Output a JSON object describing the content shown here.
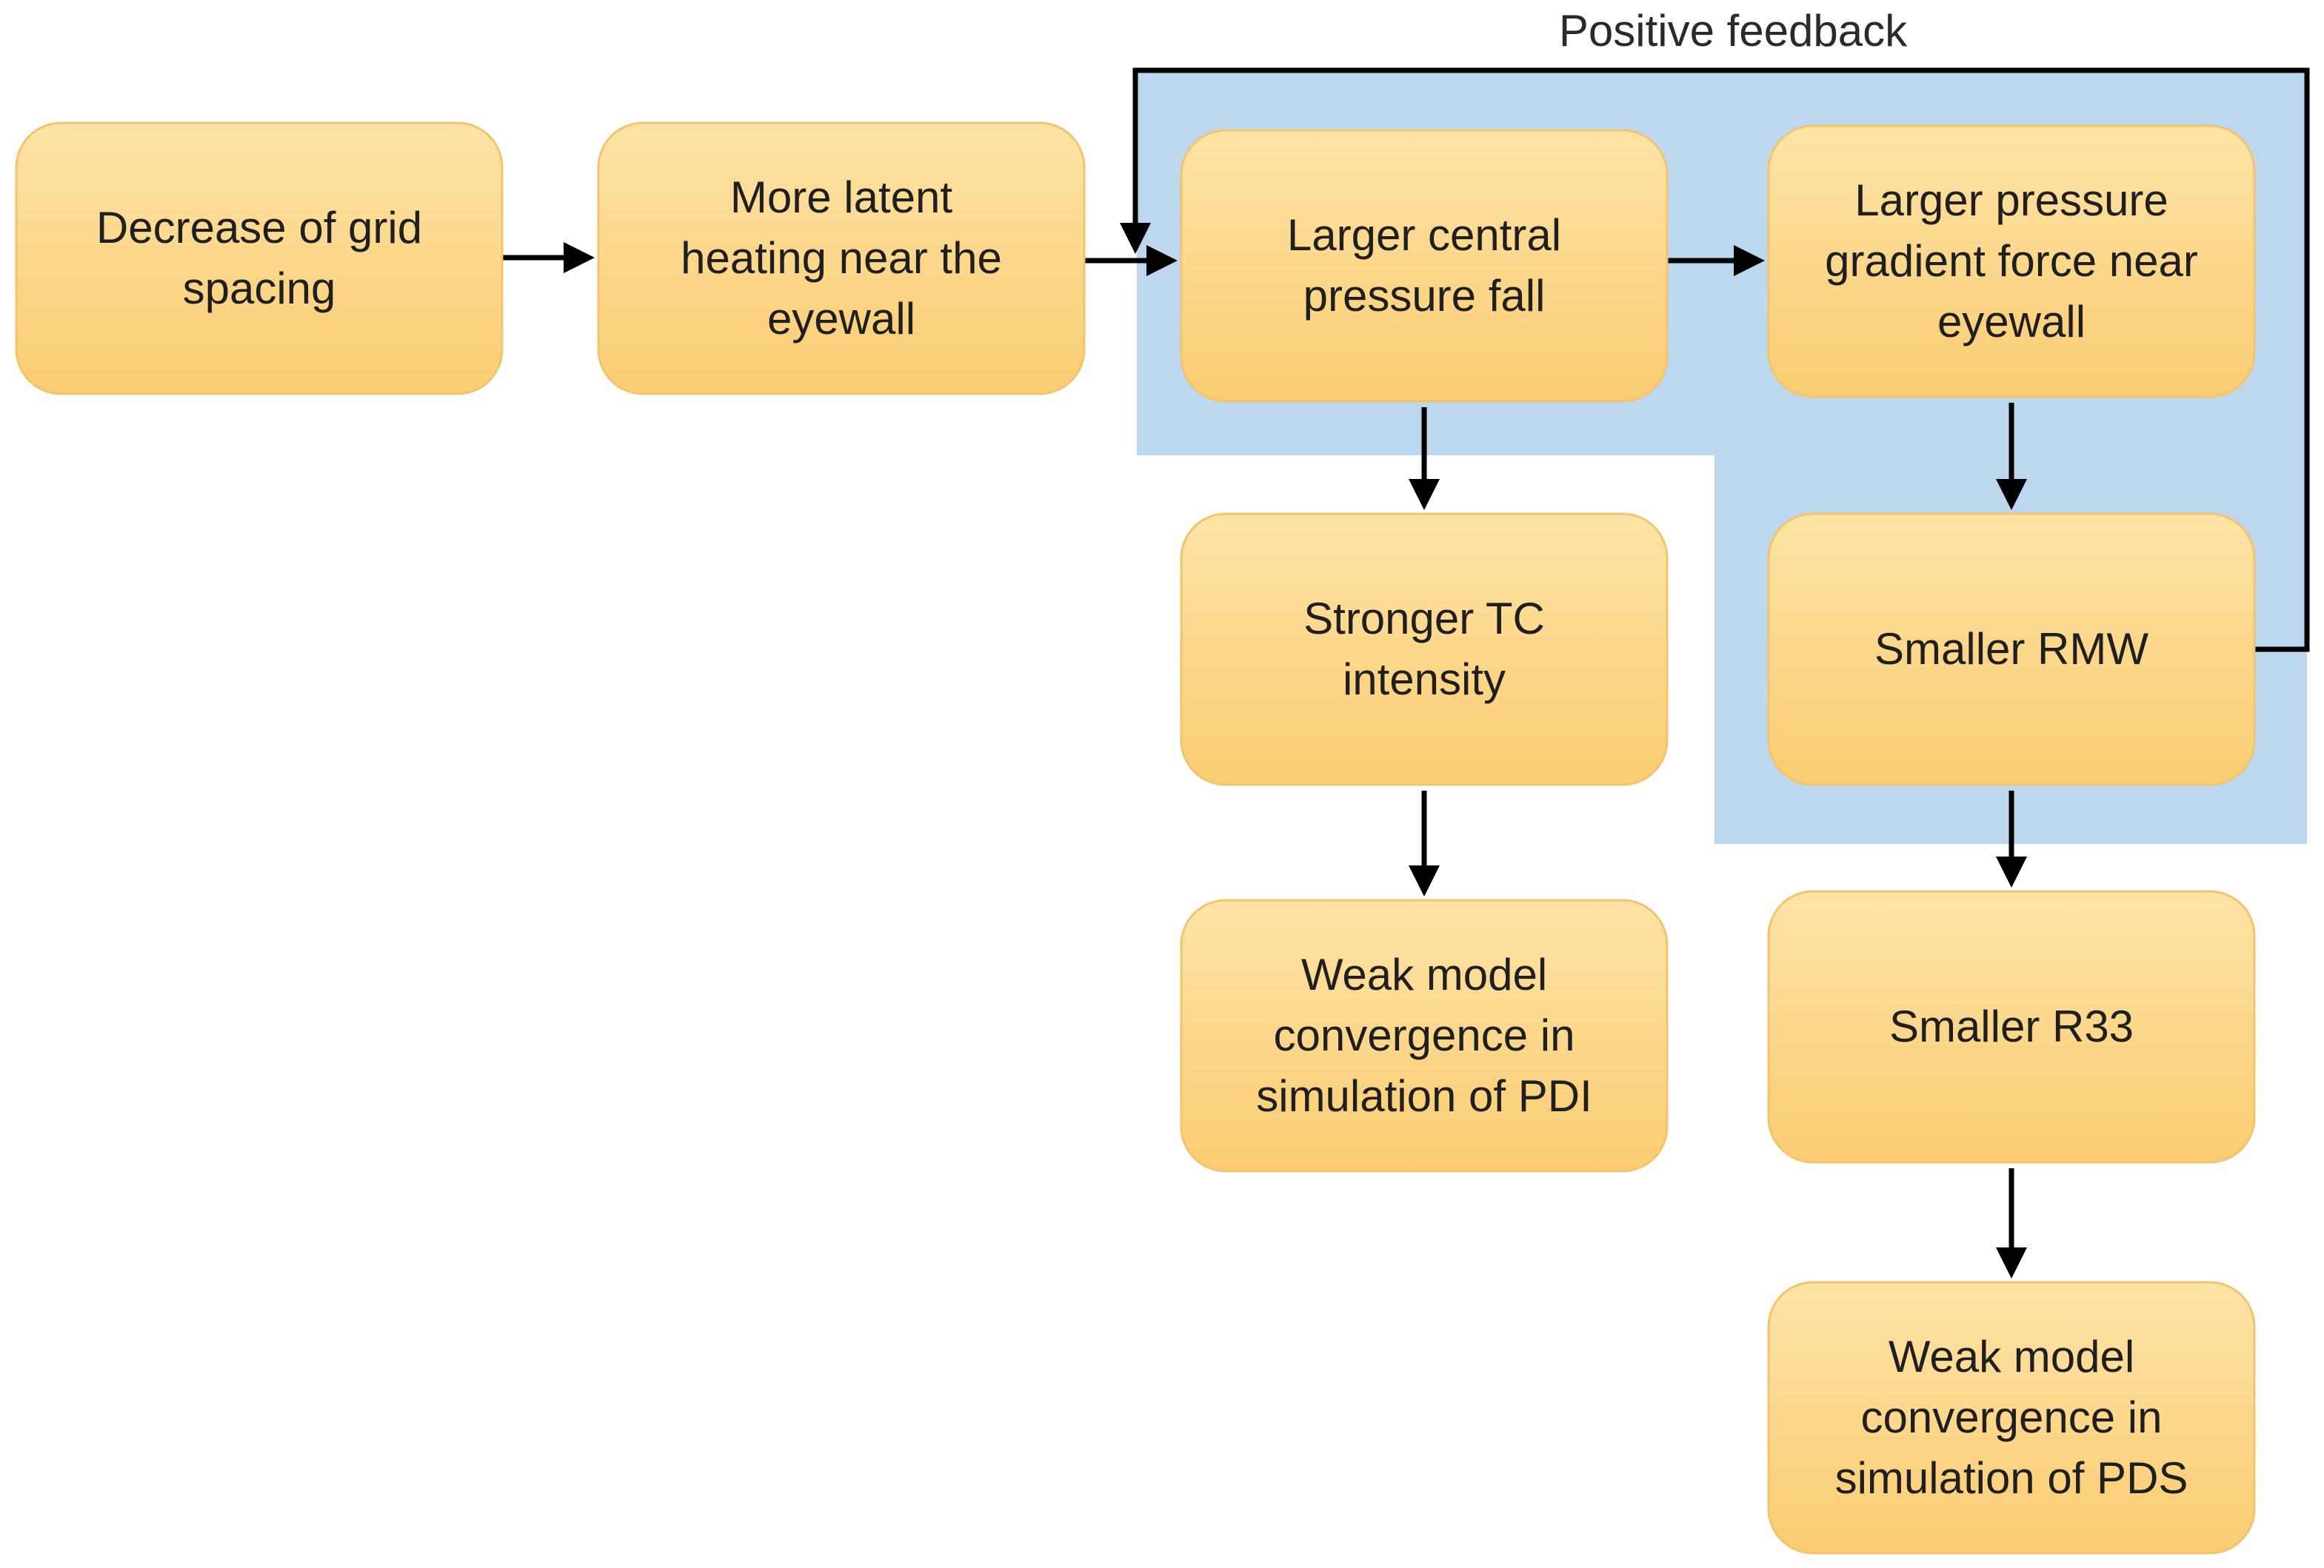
{
  "colors": {
    "box_top": "#fde3a6",
    "box_bottom": "#fbcc72",
    "box_border": "#f2c46d",
    "feedback_region": "#bdd7ee",
    "arrow": "#000000"
  },
  "feedback_label": "Positive feedback",
  "nodes": [
    {
      "id": "n1",
      "lines": [
        "Decrease of grid",
        "spacing"
      ]
    },
    {
      "id": "n2",
      "lines": [
        "More latent",
        "heating near the",
        "eyewall"
      ]
    },
    {
      "id": "n3",
      "lines": [
        "Larger central",
        "pressure fall"
      ]
    },
    {
      "id": "n4",
      "lines": [
        "Larger pressure",
        "gradient force near",
        "eyewall"
      ]
    },
    {
      "id": "n5",
      "lines": [
        "Stronger TC",
        "intensity"
      ]
    },
    {
      "id": "n6",
      "lines": [
        "Smaller RMW"
      ]
    },
    {
      "id": "n7",
      "lines": [
        "Weak model",
        "convergence in",
        "simulation of PDI"
      ]
    },
    {
      "id": "n8",
      "lines": [
        "Smaller R33"
      ]
    },
    {
      "id": "n9",
      "lines": [
        "Weak model",
        "convergence in",
        "simulation of PDS"
      ]
    }
  ],
  "edges": [
    {
      "from": "n1",
      "to": "n2"
    },
    {
      "from": "n2",
      "to": "n3"
    },
    {
      "from": "n3",
      "to": "n4"
    },
    {
      "from": "n3",
      "to": "n5"
    },
    {
      "from": "n4",
      "to": "n6"
    },
    {
      "from": "n5",
      "to": "n7"
    },
    {
      "from": "n6",
      "to": "n8"
    },
    {
      "from": "n8",
      "to": "n9"
    },
    {
      "from": "n6",
      "to": "n3",
      "kind": "feedback"
    }
  ]
}
